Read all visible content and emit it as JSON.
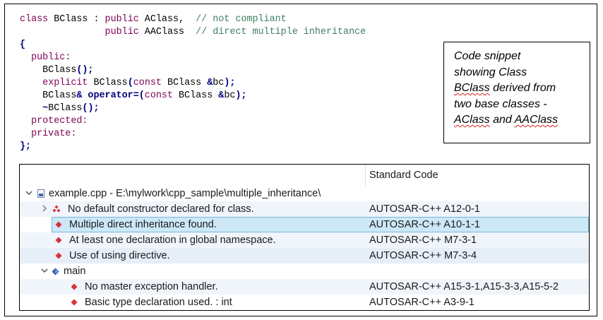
{
  "code": {
    "lines": [
      [
        {
          "t": "kw",
          "v": "class "
        },
        {
          "t": "pl",
          "v": "BClass : "
        },
        {
          "t": "kw",
          "v": "public "
        },
        {
          "t": "pl",
          "v": "AClass,  "
        },
        {
          "t": "cm",
          "v": "// not compliant"
        }
      ],
      [
        {
          "t": "pl",
          "v": "               "
        },
        {
          "t": "kw",
          "v": "public "
        },
        {
          "t": "pl",
          "v": "AAClass  "
        },
        {
          "t": "cm",
          "v": "// direct multiple inheritance"
        }
      ],
      [
        {
          "t": "bold",
          "v": "{"
        }
      ],
      [
        {
          "t": "pl",
          "v": "  "
        },
        {
          "t": "kw",
          "v": "public:"
        }
      ],
      [
        {
          "t": "pl",
          "v": "    BClass"
        },
        {
          "t": "bold",
          "v": "();"
        }
      ],
      [
        {
          "t": "pl",
          "v": "    "
        },
        {
          "t": "kw",
          "v": "explicit "
        },
        {
          "t": "pl",
          "v": "BClass"
        },
        {
          "t": "bold",
          "v": "("
        },
        {
          "t": "kw",
          "v": "const "
        },
        {
          "t": "pl",
          "v": "BClass "
        },
        {
          "t": "bold",
          "v": "&"
        },
        {
          "t": "pl",
          "v": "bc"
        },
        {
          "t": "bold",
          "v": ");"
        }
      ],
      [
        {
          "t": "pl",
          "v": "    BClass"
        },
        {
          "t": "bold",
          "v": "& operator=("
        },
        {
          "t": "kw",
          "v": "const "
        },
        {
          "t": "pl",
          "v": "BClass "
        },
        {
          "t": "bold",
          "v": "&"
        },
        {
          "t": "pl",
          "v": "bc"
        },
        {
          "t": "bold",
          "v": ");"
        }
      ],
      [
        {
          "t": "pl",
          "v": "    "
        },
        {
          "t": "bold",
          "v": "~"
        },
        {
          "t": "pl",
          "v": "BClass"
        },
        {
          "t": "bold",
          "v": "();"
        }
      ],
      [
        {
          "t": "pl",
          "v": "  "
        },
        {
          "t": "kw",
          "v": "protected:"
        }
      ],
      [
        {
          "t": "pl",
          "v": "  "
        },
        {
          "t": "kw",
          "v": "private:"
        }
      ],
      [
        {
          "t": "bold",
          "v": "};"
        }
      ]
    ]
  },
  "callout": {
    "line1": "Code snippet",
    "line2": "showing Class",
    "line3_word": "BClass",
    "line3_rest": " derived from",
    "line4": "two base classes -",
    "line5_word1": "AClass",
    "line5_mid": " and ",
    "line5_word2": "AAClass"
  },
  "results": {
    "column_header": "Standard Code",
    "file_node": "example.cpp - E:\\mylwork\\cpp_sample\\multiple_inheritance\\",
    "rows": [
      {
        "text": "No default constructor declared for class.",
        "standard": "AUTOSAR-C++ A12-0-1"
      },
      {
        "text": "Multiple direct inheritance found.",
        "standard": "AUTOSAR-C++ A10-1-1"
      },
      {
        "text": "At least one declaration in global namespace.",
        "standard": "AUTOSAR-C++ M7-3-1"
      },
      {
        "text": "Use of using directive.",
        "standard": "AUTOSAR-C++ M7-3-4"
      }
    ],
    "function_node": "main",
    "function_rows": [
      {
        "text": "No master exception handler.",
        "standard": "AUTOSAR-C++ A15-3-1,A15-3-3,A15-5-2"
      },
      {
        "text": "Basic type declaration used. : int",
        "standard": "AUTOSAR-C++ A3-9-1"
      }
    ]
  },
  "colors": {
    "keyword": "#7f0055",
    "comment": "#3f7f5f",
    "operator": "#00007f",
    "selection": "#cce8f7",
    "error_icon": "#d9303b"
  },
  "icons": {
    "file": "cpp-file-icon",
    "violation": "error-diamond-icon",
    "group": "error-cluster-icon",
    "function": "function-diamond-icon"
  }
}
